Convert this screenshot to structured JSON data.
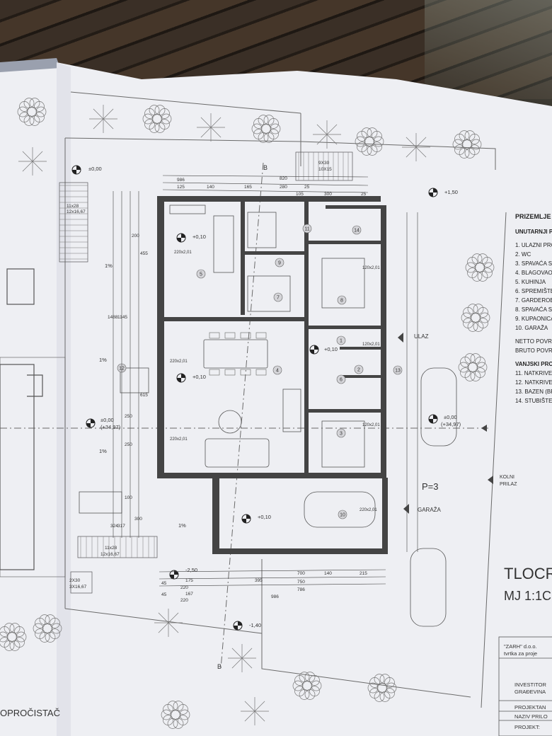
{
  "levels": {
    "l_000": "±0,00",
    "l_150": "+1,50",
    "l_010_a": "+0,10",
    "l_010_b": "+0,10",
    "l_010_c": "+0,10",
    "l_010_d": "+0,10",
    "l_000_b": "±0,00",
    "l_3497_b": "(+34,97)",
    "l_000_c": "±0,00",
    "l_3497_c": "(+34,97)",
    "l_250": "-2,50",
    "l_140": "-1,40"
  },
  "slopes": [
    "1%",
    "1%",
    "1%",
    "1%"
  ],
  "rooms": [
    "1",
    "2",
    "3",
    "4",
    "5",
    "6",
    "7",
    "8",
    "9",
    "10",
    "11",
    "12",
    "13",
    "14"
  ],
  "room_dims": {
    "r5": "220x2,01",
    "r1": "120x2,01",
    "r8": "120x2,01",
    "r3": "120x2,01",
    "r10": "220x2,01",
    "r4a": "220x2,01",
    "r4b": "220x2,01"
  },
  "dims": {
    "top": [
      "986",
      "820",
      "125",
      "140",
      "165",
      "280",
      "25",
      "105",
      "300",
      "25"
    ],
    "bot": [
      "700",
      "140",
      "215",
      "750",
      "786",
      "986",
      "395",
      "45",
      "175",
      "220",
      "220",
      "167",
      "45"
    ],
    "left": [
      "1488",
      "1145",
      "455",
      "200",
      "615",
      "250",
      "250",
      "100",
      "324",
      "317",
      "300"
    ]
  },
  "stairs": {
    "s1": "11x28",
    "s1b": "12x16,67",
    "s2": "11x28",
    "s2b": "12x16,67",
    "s3": "2X30",
    "s3b": "3X16,67",
    "s4": "9X30",
    "s4b": "10X15"
  },
  "section": {
    "a": "B",
    "b": "B"
  },
  "annotations": {
    "ulaz": "ULAZ",
    "garaza": "GARAŽA",
    "kolni": "KOLNI",
    "prilaz": "PRILAZ",
    "parking": "P=3",
    "tank": "OPROČISTAČ"
  },
  "legend": {
    "title": "PRIZEMLJE",
    "subtitle": "UNUTARNJI P",
    "items": [
      "1. ULAZNI PRO",
      "2. WC",
      "3. SPAVAĆA S",
      "4. BLAGOVAO",
      "5. KUHINJA",
      "6. SPREMIŠTE",
      "7. GARDEROE",
      "8. SPAVAĆA S",
      "9. KUPAONICA",
      "10. GARAŽA"
    ],
    "netto": "NETTO POVRŠ",
    "brutto": "BRUTO POVRŠ",
    "vanjski": "VANJSKI PRO",
    "vitems": [
      "11. NATKRIVE",
      "12. NATKRIVE",
      "13. BAZEN (BR",
      "14. STUBIŠTE"
    ]
  },
  "titleblock": {
    "title1": "TLOCR",
    "title2": "MJ 1:1C",
    "company": "\"ZARH\" d.o.o.",
    "company2": "tvrtka za proje",
    "investitor": "INVESTITOR",
    "gradevina": "GRAĐEVINA",
    "projektant": "PROJEKTAN",
    "naziv": "NAZIV PRILO",
    "projekt": "PROJEKT:"
  }
}
